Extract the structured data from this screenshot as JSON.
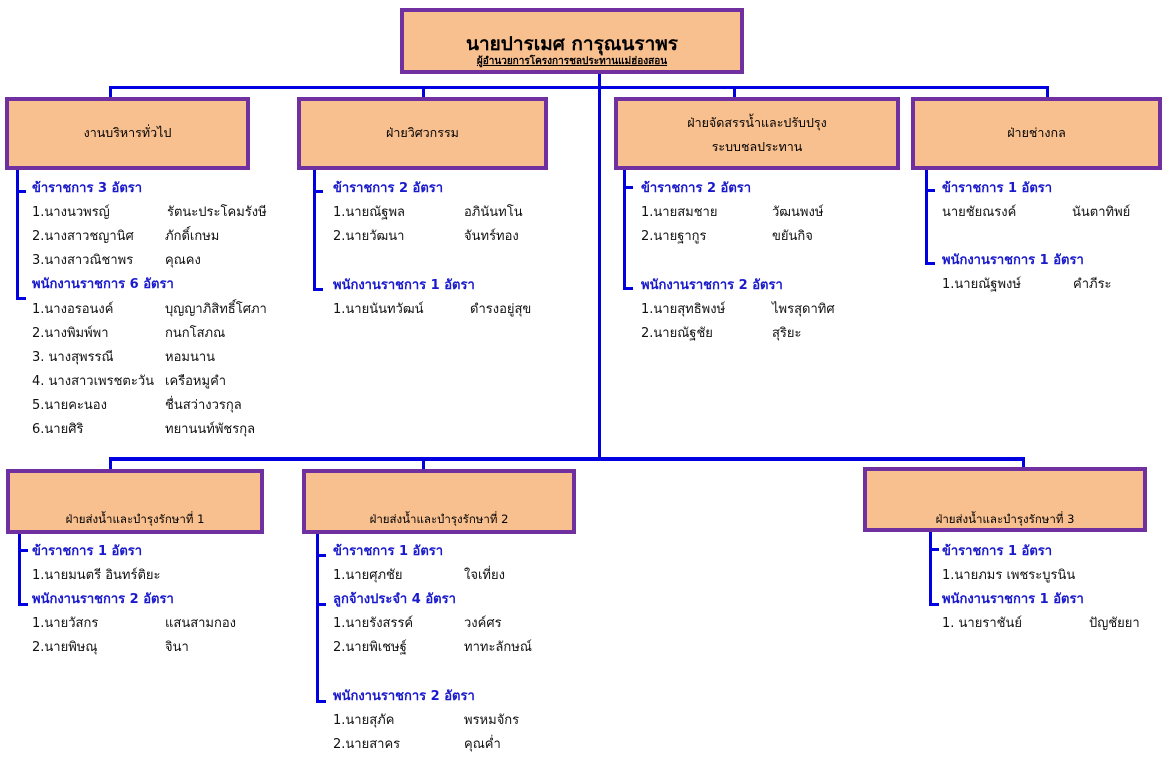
{
  "director": {
    "name": "นายปารเมศ การุณนราพร",
    "position": "ผู้อำนวยการโครงการชลประทานแม่ฮ่องสอน"
  },
  "colors": {
    "box_fill": "#f9c08f",
    "box_border": "#7030a0",
    "connector": "#0000e0",
    "header_text": "#1a1acc"
  },
  "units": [
    {
      "title": "งานบริหารทั่วไป",
      "groups": [
        {
          "header": "ข้าราชการ 3 อัตรา",
          "members": [
            {
              "first": "1.นางนวพรญ์",
              "last": "รัตนะประโคมรังษี"
            },
            {
              "first": "2.นางสาวชญานิศ",
              "last": "ภักดิ์เกษม"
            },
            {
              "first": "3.นางสาวณิชาพร",
              "last": "คุณคง"
            }
          ]
        },
        {
          "header": "พนักงานราชการ 6 อัตรา",
          "members": [
            {
              "first": "1.นางอรอนงค์",
              "last": "บุญญาภิสิทธิ์โศภา"
            },
            {
              "first": "2.นางพิมพ์พา",
              "last": "กนกโสภณ"
            },
            {
              "first": "3. นางสุพรรณี",
              "last": "หอมนาน"
            },
            {
              "first": "4. นางสาวเพรชตะวัน",
              "last": "เครือหมูคำ"
            },
            {
              "first": "5.นายคะนอง",
              "last": "ชื่นสว่างวรกุล"
            },
            {
              "first": "6.นายศิริ",
              "last": "ทยานนท์พัชรกุล"
            }
          ]
        }
      ]
    },
    {
      "title": "ฝ่ายวิศวกรรม",
      "groups": [
        {
          "header": "ข้าราชการ 2 อัตรา",
          "members": [
            {
              "first": "1.นายณัฐพล",
              "last": "อภินันทโน"
            },
            {
              "first": "2.นายวัฒนา",
              "last": "จันทร์ทอง"
            }
          ]
        },
        {
          "header": "พนักงานราชการ 1 อัตรา",
          "members": [
            {
              "first": "1.นายนันทวัฒน์",
              "last": "ดำรงอยู่สุข"
            }
          ]
        }
      ]
    },
    {
      "title": "ฝ่ายจัดสรรน้ำและปรับปรุง",
      "title2": "ระบบชลประทาน",
      "groups": [
        {
          "header": "ข้าราชการ 2 อัตรา",
          "members": [
            {
              "first": "1.นายสมชาย",
              "last": "วัฒนพงษ์"
            },
            {
              "first": "2.นายฐากูร",
              "last": "ขยันกิจ"
            }
          ]
        },
        {
          "header": "พนักงานราชการ 2 อัตรา",
          "members": [
            {
              "first": "1.นายสุทธิพงษ์",
              "last": "ไพรสุดาทิศ"
            },
            {
              "first": "2.นายณัฐชัย",
              "last": "สุริยะ"
            }
          ]
        }
      ]
    },
    {
      "title": "ฝ่ายช่างกล",
      "groups": [
        {
          "header": "ข้าราชการ 1 อัตรา",
          "members": [
            {
              "first": "นายชัยณรงค์",
              "last": "นันตาทิพย์"
            }
          ]
        },
        {
          "header": "พนักงานราชการ 1 อัตรา",
          "members": [
            {
              "first": "1.นายณัฐพงษ์",
              "last": "คำภีระ"
            }
          ]
        }
      ]
    },
    {
      "title": "ฝ่ายส่งน้ำและบำรุงรักษาที่ 1",
      "groups": [
        {
          "header": "ข้าราชการ 1 อัตรา",
          "members": [
            {
              "first": "1.นายมนตรี อินทร์ติยะ",
              "last": ""
            }
          ]
        },
        {
          "header": "พนักงานราชการ 2 อัตรา",
          "members": [
            {
              "first": "1.นายวัสกร",
              "last": "แสนสามกอง"
            },
            {
              "first": "2.นายพิษณุ",
              "last": "จินา"
            }
          ]
        }
      ]
    },
    {
      "title": "ฝ่ายส่งน้ำและบำรุงรักษาที่ 2",
      "groups": [
        {
          "header": "ข้าราชการ 1 อัตรา",
          "members": [
            {
              "first": "1.นายศุภชัย",
              "last": "ใจเที่ยง"
            }
          ]
        },
        {
          "header": "ลูกจ้างประจำ 4 อัตรา",
          "members": [
            {
              "first": "1.นายรังสรรค์",
              "last": "วงค์ศร"
            },
            {
              "first": "2.นายพิเชษฐ์",
              "last": "ทาทะลักษณ์"
            }
          ]
        },
        {
          "header": "พนักงานราชการ 2 อัตรา",
          "members": [
            {
              "first": "1.นายสุภัค",
              "last": "พรหมจักร"
            },
            {
              "first": "2.นายสาคร",
              "last": "คุณค่ำ"
            }
          ]
        }
      ]
    },
    {
      "title": "ฝ่ายส่งน้ำและบำรุงรักษาที่ 3",
      "groups": [
        {
          "header": "ข้าราชการ 1 อัตรา",
          "members": [
            {
              "first": "1.นายภมร เพชระบูรนิน",
              "last": ""
            }
          ]
        },
        {
          "header": "พนักงานราชการ 1 อัตรา",
          "members": [
            {
              "first": "1. นายราชันย์",
              "last": "ปัญชัยยา"
            }
          ]
        }
      ]
    }
  ]
}
